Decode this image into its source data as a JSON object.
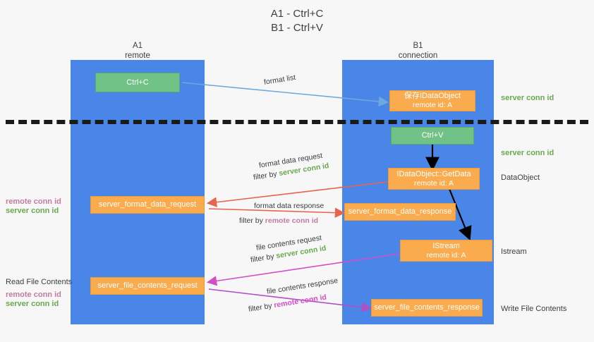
{
  "title": {
    "line1": "A1 - Ctrl+C",
    "line2": "B1 - Ctrl+V"
  },
  "lanes": [
    {
      "id": "A1",
      "name": "A1",
      "subtitle": "remote"
    },
    {
      "id": "B1",
      "name": "B1",
      "subtitle": "connection"
    }
  ],
  "boxes": {
    "ctrl_c": {
      "label": "Ctrl+C",
      "color": "#71c287"
    },
    "ole_idataobject": {
      "line1": "保存IDataObject",
      "line2": "remote id: A",
      "color": "#f9ab4e"
    },
    "ctrl_v": {
      "label": "Ctrl+V",
      "color": "#71c287"
    },
    "getdata": {
      "line1": "IDataObject::GetData",
      "line2": "remote id: A",
      "color": "#f9ab4e"
    },
    "format_data_request": {
      "label": "server_format_data_request",
      "color": "#f9ab4e"
    },
    "format_data_response": {
      "label": "server_format_data_response",
      "color": "#f9ab4e"
    },
    "istream": {
      "line1": "IStream",
      "line2": "remote id: A",
      "color": "#f9ab4e"
    },
    "file_contents_request": {
      "label": "server_file_contents_request",
      "color": "#f9ab4e"
    },
    "file_contents_response": {
      "label": "server_file_contents_response",
      "color": "#f9ab4e"
    }
  },
  "annotations": {
    "format_list": "format list",
    "format_data_request": "format data request",
    "format_data_request_filter_prefix": "filter by ",
    "format_data_request_filter_value": "server conn id",
    "format_data_response": "format data response",
    "format_data_response_filter_prefix": "filter by ",
    "format_data_response_filter_value": "remote conn id",
    "file_contents_request": "file contents request",
    "file_contents_request_filter_prefix": "filter by ",
    "file_contents_request_filter_value": "server conn id",
    "file_contents_response": "file contents response",
    "file_contents_response_filter_prefix": "filter by ",
    "file_contents_response_filter_value": "remote conn id"
  },
  "left_labels": {
    "format_remote": "remote conn id",
    "format_server": "server conn id",
    "read_file_contents": "Read File Contents",
    "file_remote": "remote conn id",
    "file_server": "server conn id"
  },
  "right_labels": {
    "server_conn_top": "server conn id",
    "server_conn_mid": "server conn id",
    "dataobject": "DataObject",
    "istream": "Istream",
    "write_file_contents": "Write File Contents"
  },
  "colors": {
    "lane": "#4a86e8",
    "green_box": "#71c287",
    "orange_box": "#f9ab4e",
    "green_text": "#6aa84f",
    "purple_text": "#c27ba0",
    "magenta_arrow": "#d24ec9",
    "red_arrow": "#e8644f",
    "blue_arrow": "#6fa8dc",
    "black_arrow": "#000000",
    "background": "#f7f7f7"
  }
}
